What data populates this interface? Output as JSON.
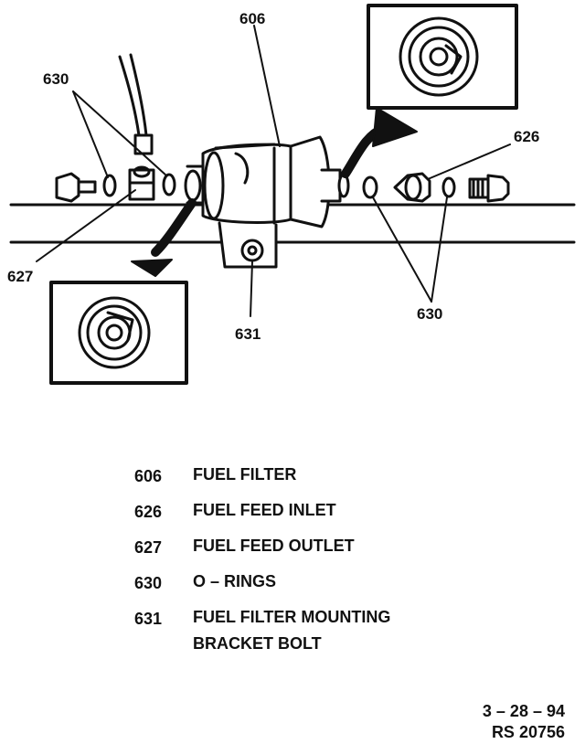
{
  "callouts": {
    "c606": "606",
    "c626": "626",
    "c627": "627",
    "c630_left": "630",
    "c630_right": "630",
    "c631": "631"
  },
  "legend": [
    {
      "number": "606",
      "text": "FUEL FILTER"
    },
    {
      "number": "626",
      "text": "FUEL FEED INLET"
    },
    {
      "number": "627",
      "text": "FUEL FEED OUTLET"
    },
    {
      "number": "630",
      "text": "O – RINGS"
    },
    {
      "number": "631",
      "text": "FUEL FILTER MOUNTING"
    }
  ],
  "legend_continuation": "BRACKET BOLT",
  "reference": {
    "date": "3 – 28 – 94",
    "code": "RS 20756"
  }
}
